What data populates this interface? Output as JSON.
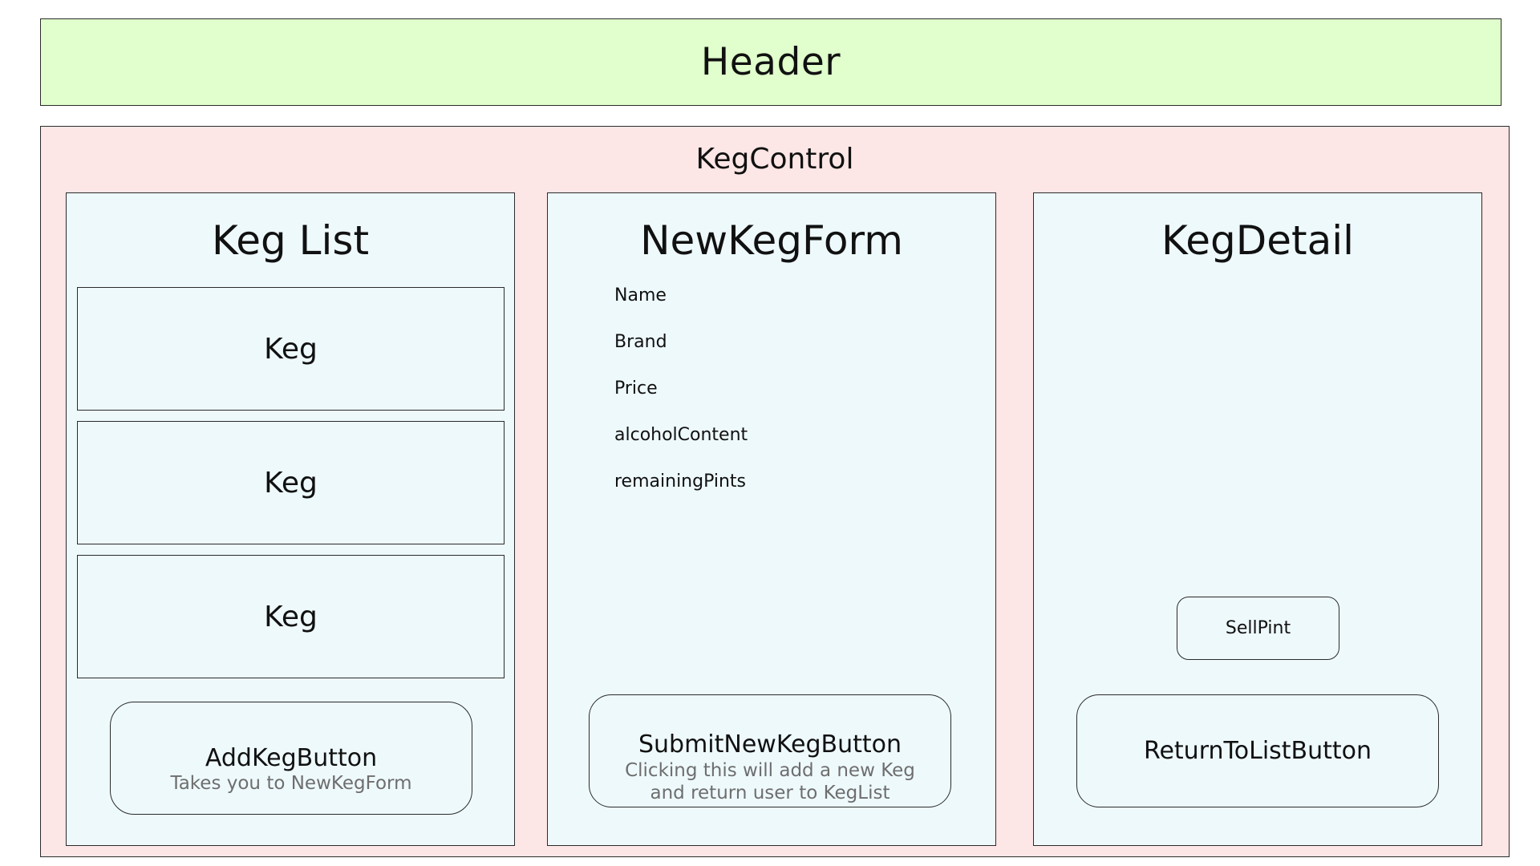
{
  "header": {
    "title": "Header"
  },
  "keg_control": {
    "title": "KegControl"
  },
  "keg_list": {
    "title": "Keg List",
    "items": [
      "Keg",
      "Keg",
      "Keg"
    ],
    "add_button": {
      "label": "AddKegButton",
      "note": "Takes you to NewKegForm"
    }
  },
  "new_keg_form": {
    "title": "NewKegForm",
    "fields": [
      "Name",
      "Brand",
      "Price",
      "alcoholContent",
      "remainingPints"
    ],
    "submit_button": {
      "label": "SubmitNewKegButton",
      "note": "Clicking this will add a new Keg and return user to KegList"
    }
  },
  "keg_detail": {
    "title": "KegDetail",
    "sell_button": {
      "label": "SellPint"
    },
    "return_button": {
      "label": "ReturnToListButton"
    }
  },
  "colors": {
    "header_fill": "#e0ffcc",
    "control_fill": "#fde6e6",
    "panel_fill": "#eef9fc",
    "note_text": "#6e6e6e"
  }
}
